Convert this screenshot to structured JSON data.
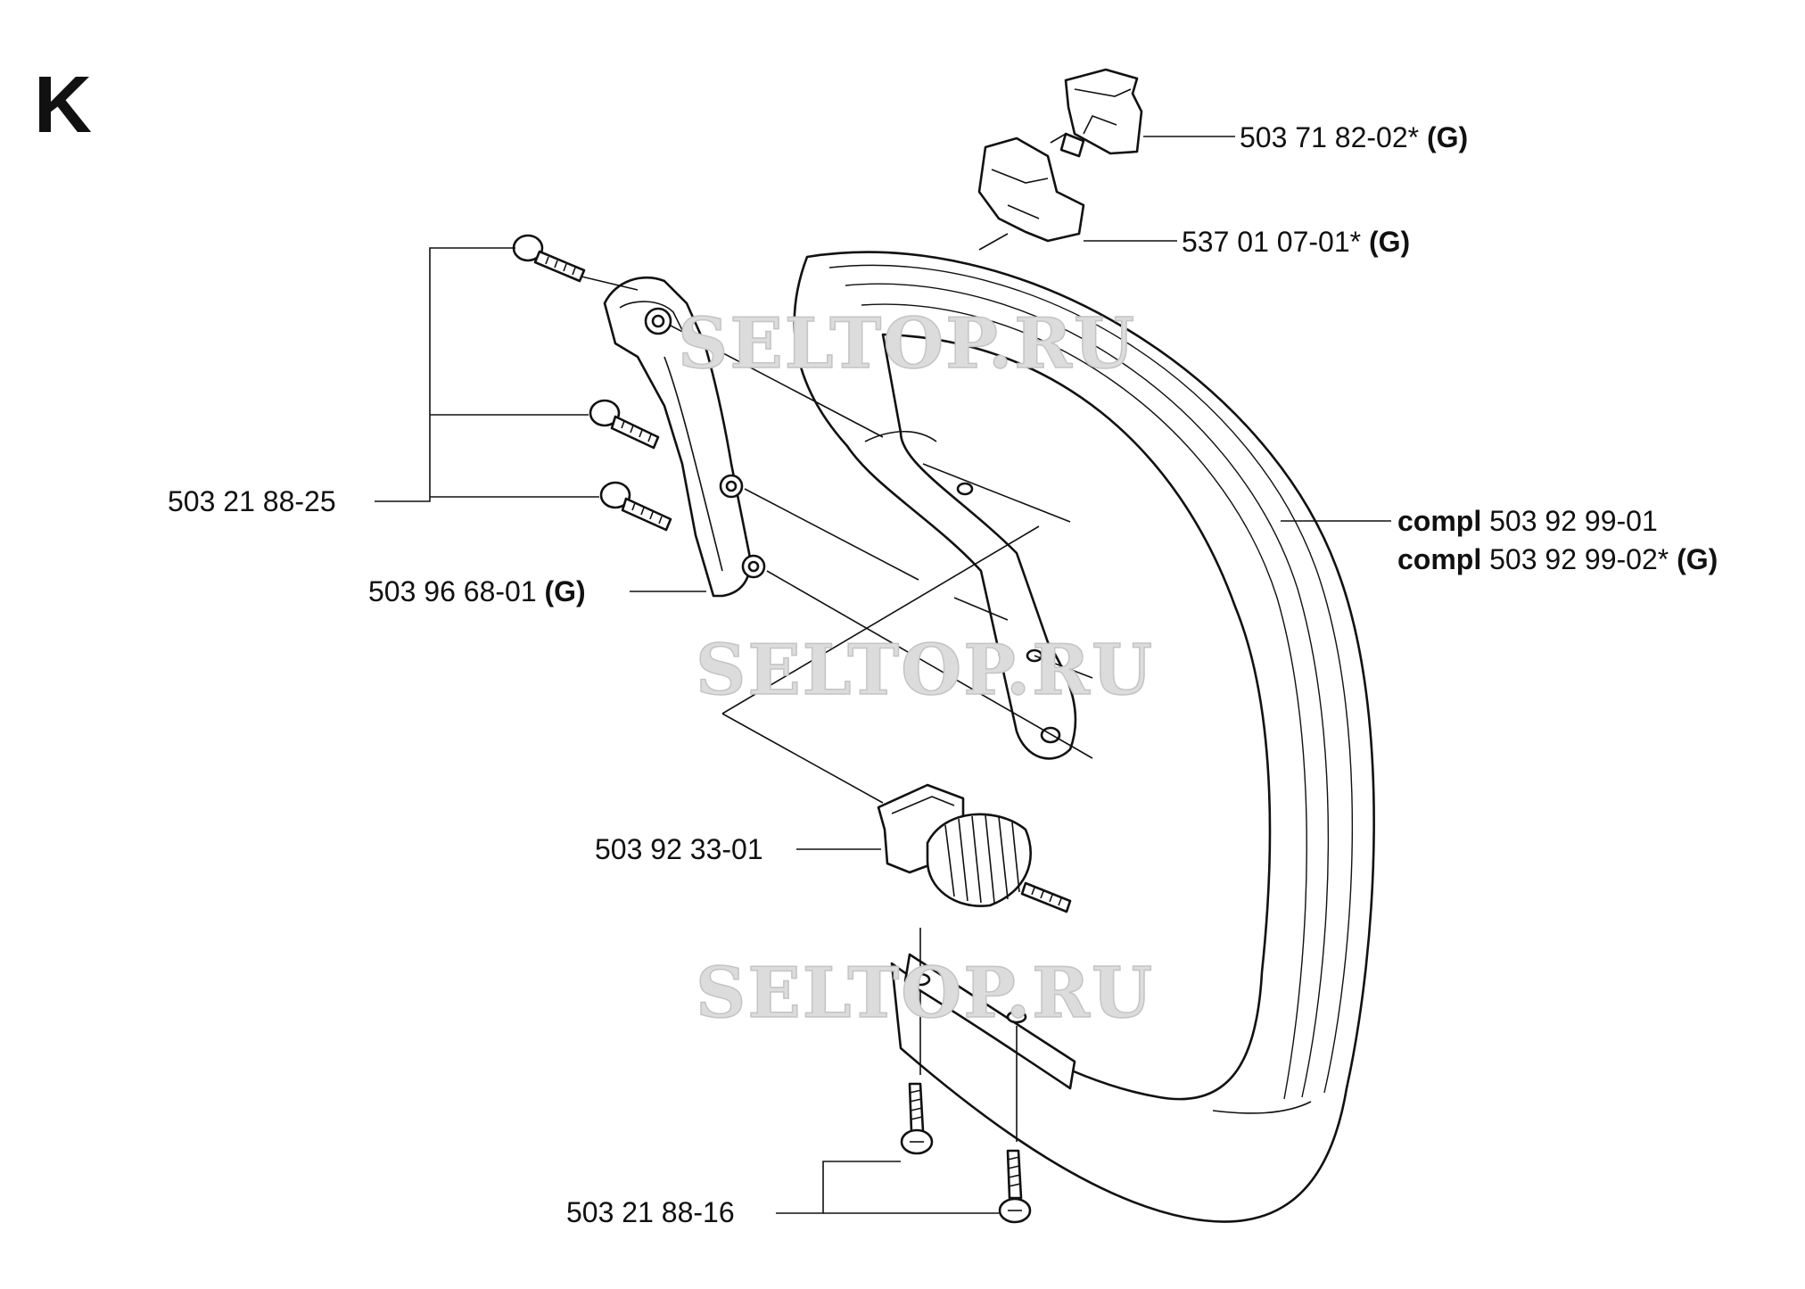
{
  "section": "K",
  "watermark": "SELTOP.RU",
  "labels": {
    "bumper_screw": "503 21 88-25",
    "handle_bracket": {
      "code": "503 96 68-01",
      "flag": "(G)"
    },
    "spring_buffer": "503 92 33-01",
    "lower_screw": "503 21 88-16",
    "front_handle_1": {
      "prefix": "compl",
      "code": "503 92 99-01"
    },
    "front_handle_2": {
      "prefix": "compl",
      "code": "503 92 99-02*",
      "flag": "(G)"
    },
    "top_clip_1": {
      "code": "503 71 82-02*",
      "flag": "(G)"
    },
    "top_clip_2": {
      "code": "537 01 07-01*",
      "flag": "(G)"
    }
  },
  "colors": {
    "ink": "#111111",
    "paper": "#ffffff",
    "watermark": "#dcdcdc"
  }
}
